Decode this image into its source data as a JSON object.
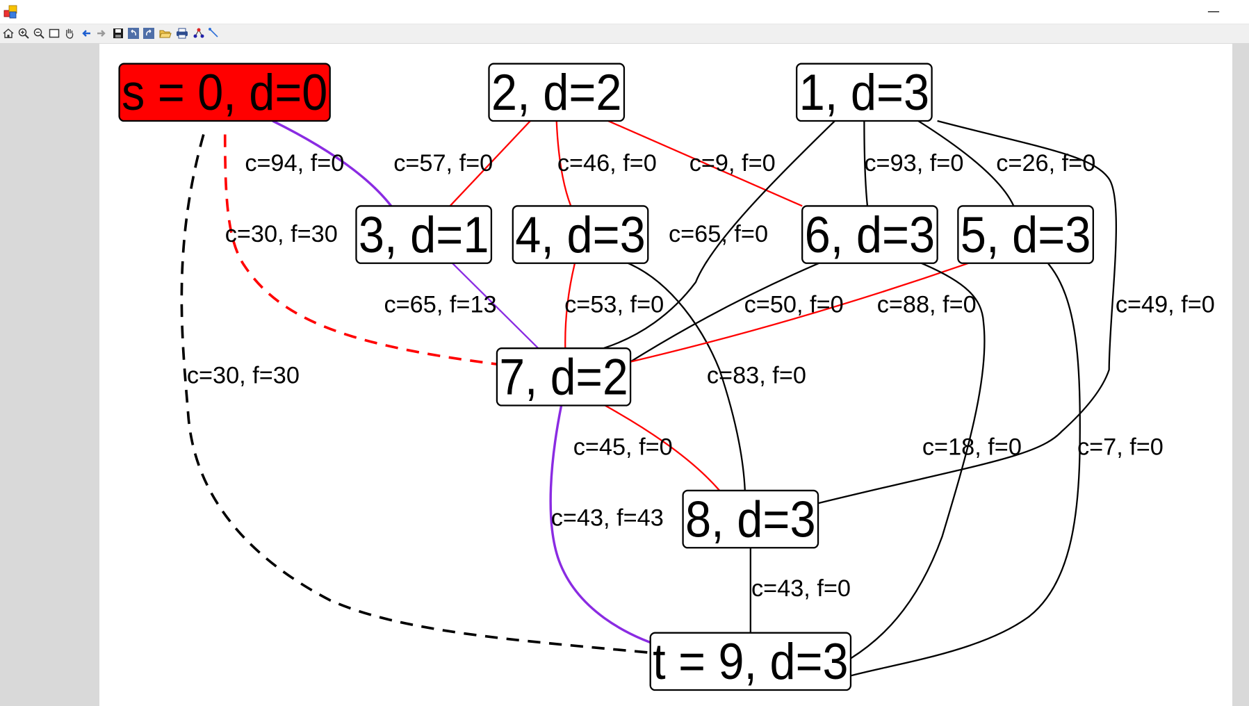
{
  "window": {
    "minimize_glyph": "—"
  },
  "toolbar": {
    "buttons": [
      {
        "icon": "home-icon"
      },
      {
        "icon": "zoom-in-icon"
      },
      {
        "icon": "zoom-out-icon"
      },
      {
        "icon": "zoom-window-icon"
      },
      {
        "icon": "pan-hand-icon"
      },
      {
        "icon": "back-arrow-icon"
      },
      {
        "icon": "forward-arrow-icon"
      },
      {
        "icon": "save-icon"
      },
      {
        "icon": "undo-icon"
      },
      {
        "icon": "redo-icon"
      },
      {
        "icon": "open-folder-icon"
      },
      {
        "icon": "print-icon"
      },
      {
        "icon": "layout-graph-icon"
      },
      {
        "icon": "edge-route-icon"
      }
    ]
  },
  "colors": {
    "source_fill": "#ff0000",
    "node_stroke": "#000000",
    "edge_black": "#000000",
    "edge_red": "#ff0000",
    "edge_purple": "#8a2be2"
  },
  "graph": {
    "nodes": [
      {
        "id": "s",
        "label": "s = 0, d=0",
        "highlight": true
      },
      {
        "id": "n2",
        "label": "2, d=2"
      },
      {
        "id": "n1",
        "label": "1, d=3"
      },
      {
        "id": "n3",
        "label": "3, d=1"
      },
      {
        "id": "n4",
        "label": "4, d=3"
      },
      {
        "id": "n6",
        "label": "6, d=3"
      },
      {
        "id": "n5",
        "label": "5, d=3"
      },
      {
        "id": "n7",
        "label": "7, d=2"
      },
      {
        "id": "n8",
        "label": "8, d=3"
      },
      {
        "id": "t",
        "label": "t = 9, d=3"
      }
    ],
    "edges": [
      {
        "from": "s",
        "to": "n3",
        "label": "c=94, f=0",
        "color": "purple"
      },
      {
        "from": "s",
        "to": "n7",
        "label": "c=30, f=30",
        "color": "red",
        "dashed": true
      },
      {
        "from": "s",
        "to": "t",
        "label": "c=30, f=30",
        "color": "black",
        "dashed": true
      },
      {
        "from": "n2",
        "to": "n3",
        "label": "c=57, f=0",
        "color": "red"
      },
      {
        "from": "n2",
        "to": "n4",
        "label": "c=46, f=0",
        "color": "red"
      },
      {
        "from": "n2",
        "to": "n6",
        "label": "c=9, f=0",
        "color": "red"
      },
      {
        "from": "n1",
        "to": "n7",
        "label": "c=65, f=0",
        "color": "black"
      },
      {
        "from": "n1",
        "to": "n6",
        "label": "c=93, f=0",
        "color": "black"
      },
      {
        "from": "n1",
        "to": "n5",
        "label": "c=26, f=0",
        "color": "black"
      },
      {
        "from": "n1",
        "to": "n8",
        "label": "c=49, f=0",
        "color": "black"
      },
      {
        "from": "n3",
        "to": "n7",
        "label": "c=65, f=13",
        "color": "purple"
      },
      {
        "from": "n4",
        "to": "n7",
        "label": "c=53, f=0",
        "color": "red"
      },
      {
        "from": "n4",
        "to": "n8",
        "label": "c=83, f=0",
        "color": "black"
      },
      {
        "from": "n6",
        "to": "n7",
        "label": "c=50, f=0",
        "color": "black"
      },
      {
        "from": "n5",
        "to": "n7",
        "label": "c=88, f=0",
        "color": "red"
      },
      {
        "from": "n6",
        "to": "t",
        "label": "c=18, f=0",
        "color": "black"
      },
      {
        "from": "n5",
        "to": "t",
        "label": "c=7, f=0",
        "color": "black"
      },
      {
        "from": "n7",
        "to": "n8",
        "label": "c=45, f=0",
        "color": "red"
      },
      {
        "from": "n7",
        "to": "t",
        "label": "c=43, f=43",
        "color": "purple"
      },
      {
        "from": "n8",
        "to": "t",
        "label": "c=43, f=0",
        "color": "black"
      }
    ]
  }
}
